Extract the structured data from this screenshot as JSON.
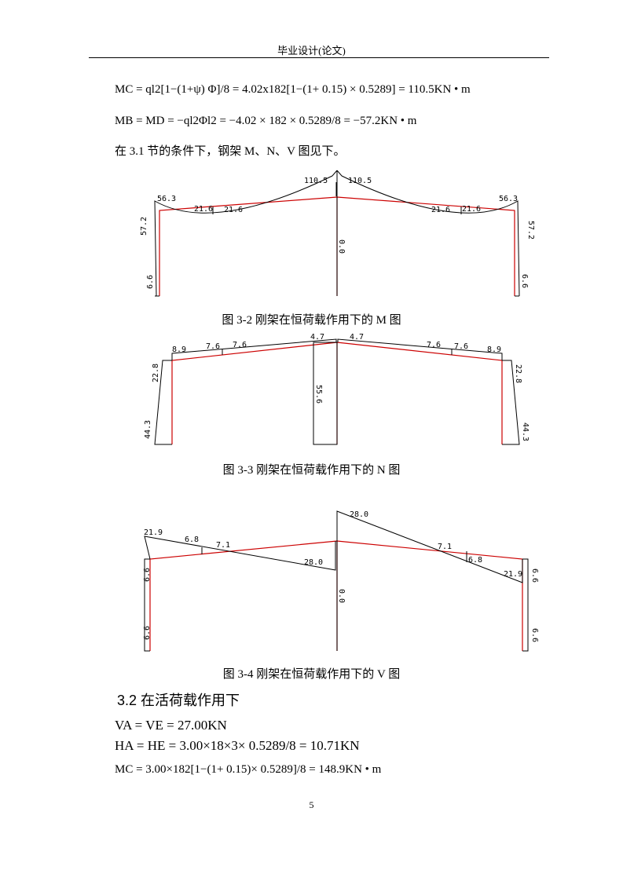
{
  "header": {
    "title": "毕业设计(论文)"
  },
  "text": {
    "line1": "MC = ql2[1−(1+ψ) Φ]/8 = 4.02x182[1−(1+ 0.15) × 0.5289] = 110.5KN • m",
    "line2": "MB = MD = −ql2Φl2 = −4.02 × 182 × 0.5289/8 = −57.2KN • m",
    "line3": "在 3.1 节的条件下，钢架 M、N、V 图见下。"
  },
  "figures": {
    "m": {
      "caption": "图 3-2  刚架在恒荷载作用下的 M 图",
      "labels": {
        "left_top": "56.3",
        "left_mid1": "21.6",
        "left_mid2": "21.6",
        "left_apex": "110.5",
        "right_apex": "110.5",
        "right_mid1": "21.6",
        "right_mid2": "21.6",
        "right_top": "56.3",
        "left_col": "57.2",
        "left_base": "6.6",
        "center": "0.0",
        "right_col": "57.2",
        "right_base": "6.6"
      }
    },
    "n": {
      "caption": "图 3-3  刚架在恒荷载作用下的 N 图",
      "labels": {
        "left_top": "8.9",
        "left_mid1": "7.6",
        "left_mid2": "7.6",
        "left_apex": "4.7",
        "right_apex": "4.7",
        "right_mid1": "7.6",
        "right_mid2": "7.6",
        "right_top": "8.9",
        "left_col_top": "22.8",
        "left_col_base": "44.3",
        "center": "55.6",
        "right_col_top": "22.8",
        "right_col_base": "44.3"
      }
    },
    "v": {
      "caption": "图 3-4  刚架在恒荷载作用下的 V 图",
      "labels": {
        "left_top": "21.9",
        "left_mid1": "6.8",
        "left_mid2": "7.1",
        "left_apex": "28.0",
        "right_apex": "28.0",
        "right_mid1": "7.1",
        "right_mid2": "6.8",
        "right_top": "21.9",
        "left_col_top": "6.6",
        "left_col_base": "6.6",
        "center": "0.0",
        "right_col_top": "6.6",
        "right_col_base": "6.6"
      }
    }
  },
  "section": {
    "heading": "3.2 在活荷载作用下"
  },
  "equations": {
    "eq1": "VA = VE = 27.00KN",
    "eq2": "HA = HE = 3.00×18×3× 0.5289/8 = 10.71KN",
    "eq3": "MC = 3.00×182[1−(1+ 0.15)× 0.5289]/8 = 148.9KN • m"
  },
  "page": {
    "number": "5"
  }
}
